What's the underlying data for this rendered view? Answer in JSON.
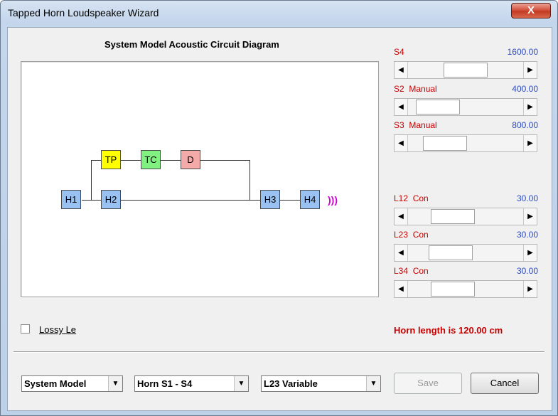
{
  "window": {
    "title": "Tapped Horn Loudspeaker Wizard",
    "close_glyph": "X"
  },
  "diagram": {
    "title": "System Model Acoustic Circuit Diagram",
    "blocks": [
      {
        "id": "H1",
        "label": "H1",
        "color": "#99c2f2"
      },
      {
        "id": "H2",
        "label": "H2",
        "color": "#99c2f2"
      },
      {
        "id": "TP",
        "label": "TP",
        "color": "#ffff00"
      },
      {
        "id": "TC",
        "label": "TC",
        "color": "#80f080"
      },
      {
        "id": "D",
        "label": "D",
        "color": "#f5aaaa"
      },
      {
        "id": "H3",
        "label": "H3",
        "color": "#99c2f2"
      },
      {
        "id": "H4",
        "label": "H4",
        "color": "#99c2f2"
      }
    ],
    "sound_waves": ")))",
    "sound_waves_color": "#d000d0"
  },
  "controls": [
    {
      "label": "S4",
      "value": "1600.00",
      "level": 0.5
    },
    {
      "label": "S2  Manual",
      "value": "400.00",
      "level": 0.12
    },
    {
      "label": "S3  Manual",
      "value": "800.00",
      "level": 0.22
    },
    {
      "label": "L12  Con",
      "value": "30.00",
      "level": 0.32
    },
    {
      "label": "L23  Con",
      "value": "30.00",
      "level": 0.29
    },
    {
      "label": "L34  Con",
      "value": "30.00",
      "level": 0.32
    }
  ],
  "lossy": {
    "label": "Lossy Le",
    "checked": false
  },
  "horn_length_text": "Horn length is 120.00 cm",
  "dropdowns": [
    {
      "value": "System Model"
    },
    {
      "value": "Horn S1 - S4"
    },
    {
      "value": "L23 Variable"
    }
  ],
  "buttons": {
    "save": "Save",
    "cancel": "Cancel"
  },
  "colors": {
    "label_red": "#c80000",
    "value_blue": "#2a4bc0"
  }
}
